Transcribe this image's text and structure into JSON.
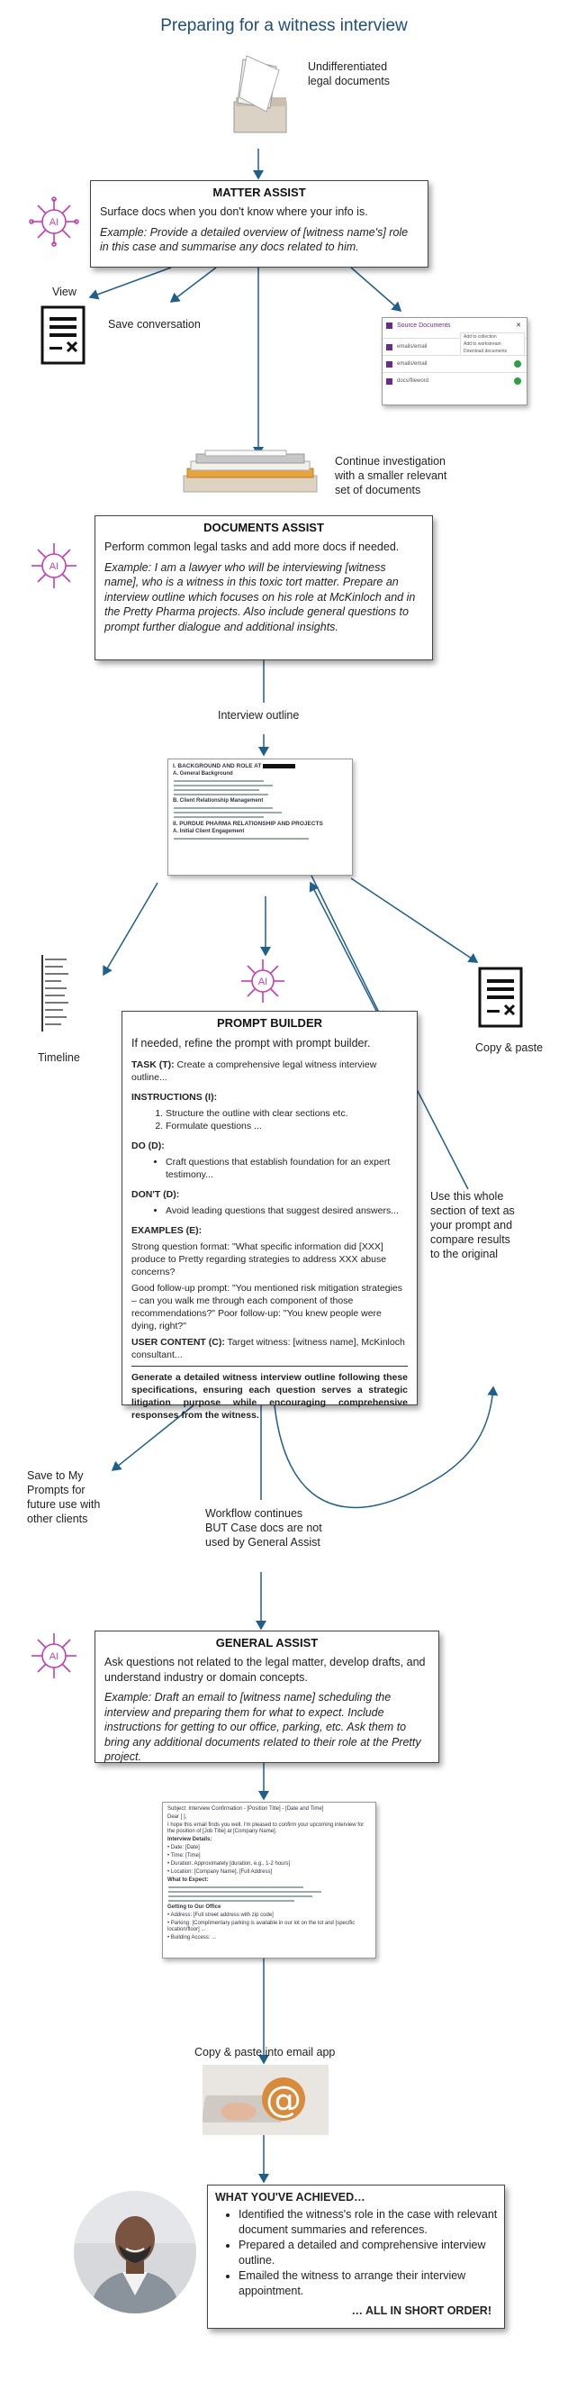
{
  "title": "Preparing for a witness interview",
  "captions": {
    "undiff_docs": "Undifferentiated legal documents",
    "view": "View",
    "save_conversation": "Save conversation",
    "continue_investigation": "Continue investigation with a smaller relevant set of documents",
    "interview_outline": "Interview outline",
    "timeline": "Timeline",
    "copy_paste": "Copy & paste",
    "use_whole_section": "Use this whole section of text as your prompt and compare results to the original",
    "save_to_prompts": "Save to My Prompts for future use with other clients",
    "workflow_continues": "Workflow continues BUT Case docs are not used by General Assist",
    "copy_paste_email": "Copy & paste into email app"
  },
  "ai_label": "AI",
  "matter_assist": {
    "heading": "MATTER ASSIST",
    "desc": "Surface docs when you don't know where your info is.",
    "example": "Example: Provide a detailed overview of [witness name's] role in this case and summarise any docs related to him."
  },
  "source_docs_thumb": {
    "title": "Source Documents",
    "menu": [
      "Add to collection",
      "Add to workstream",
      "Download documents"
    ],
    "rows": [
      "emails/email",
      "emails/email",
      "docs/fileword"
    ]
  },
  "documents_assist": {
    "heading": "DOCUMENTS ASSIST",
    "desc": "Perform common legal tasks and add more docs if needed.",
    "example": "Example:  I am a lawyer who will be interviewing [witness name], who is a witness in this toxic tort matter. Prepare an interview outline which focuses on his role at McKinloch and in the Pretty Pharma projects. Also include general questions to prompt further dialogue and additional insights."
  },
  "outline_thumb": {
    "h1": "I. BACKGROUND AND ROLE AT",
    "s1": "A. General Background",
    "s2": "B. Client Relationship Management",
    "h2": "II. PURDUE PHARMA RELATIONSHIP AND PROJECTS",
    "s3": "A. Initial Client Engagement"
  },
  "prompt_builder": {
    "heading": "PROMPT BUILDER",
    "lead": "If needed, refine the prompt with prompt builder.",
    "task_label": "TASK (T):",
    "task_text": " Create a comprehensive legal witness interview outline...",
    "instructions_label": "INSTRUCTIONS (I):",
    "instructions": [
      "Structure the outline with clear sections etc.",
      "Formulate questions ..."
    ],
    "do_label": "DO (D):",
    "do_items": [
      "Craft questions that establish foundation for an expert testimony..."
    ],
    "dont_label": "DON'T (D):",
    "dont_items": [
      "Avoid leading questions that suggest desired answers..."
    ],
    "examples_label": "EXAMPLES (E):",
    "example1": "Strong question format: \"What specific information did [XXX] produce to Pretty regarding strategies to address XXX abuse concerns?",
    "example2": "Good follow-up prompt: \"You mentioned risk mitigation strategies – can you walk me through each component of those recommendations?\" Poor follow-up: \"You knew people were dying, right?\"",
    "user_content_label": "USER CONTENT (C):",
    "user_content_text": " Target witness: [witness name], McKinloch consultant...",
    "generate": "Generate a detailed witness interview outline following these specifications, ensuring each question serves a strategic litigation purpose while encouraging comprehensive responses from the witness."
  },
  "general_assist": {
    "heading": "GENERAL ASSIST",
    "desc": "Ask questions not related to the legal matter, develop drafts, and understand industry or domain concepts.",
    "example": "Example:  Draft an email to [witness name] scheduling the interview and preparing them for what to expect. Include instructions for getting to our office, parking, etc. Ask them to bring any additional documents related to their role at the Pretty project."
  },
  "email_thumb": {
    "subject": "Subject: Interview Confirmation - [Position Title] - [Date and Time]",
    "greeting": "Dear [ ],",
    "body": "I hope this email finds you well. I'm pleased to confirm your upcoming interview for the position of [Job Title] at [Company Name].",
    "details_label": "Interview Details:",
    "details": [
      "Date: [Date]",
      "Time: [Time]",
      "Duration: Approximately [duration, e.g., 1-2 hours]",
      "Location: [Company Name], [Full Address]"
    ],
    "expect_label": "What to Expect:",
    "getting_label": "Getting to Our Office",
    "getting": [
      "Address: [Full street address with zip code]",
      "Parking: [Complimentary parking is available in our lot on the lot and [specific location/floor] ...",
      "Building Access: ..."
    ]
  },
  "achieved": {
    "heading": "WHAT YOU'VE ACHIEVED…",
    "items": [
      "Identified the witness's role in the case with relevant document summaries and references.",
      "Prepared a detailed and comprehensive interview outline.",
      "Emailed the witness to arrange their interview appointment."
    ],
    "footer": "… ALL IN SHORT ORDER!"
  },
  "colors": {
    "title": "#1f4e79",
    "arrow": "#1f5f8b",
    "ai_icon": "#c23fb0",
    "source_docs_purple": "#6a2b8c"
  },
  "icons": [
    "document-stack-icon",
    "ai-chip-icon",
    "document-check-icon",
    "email-at-icon",
    "person-photo"
  ]
}
